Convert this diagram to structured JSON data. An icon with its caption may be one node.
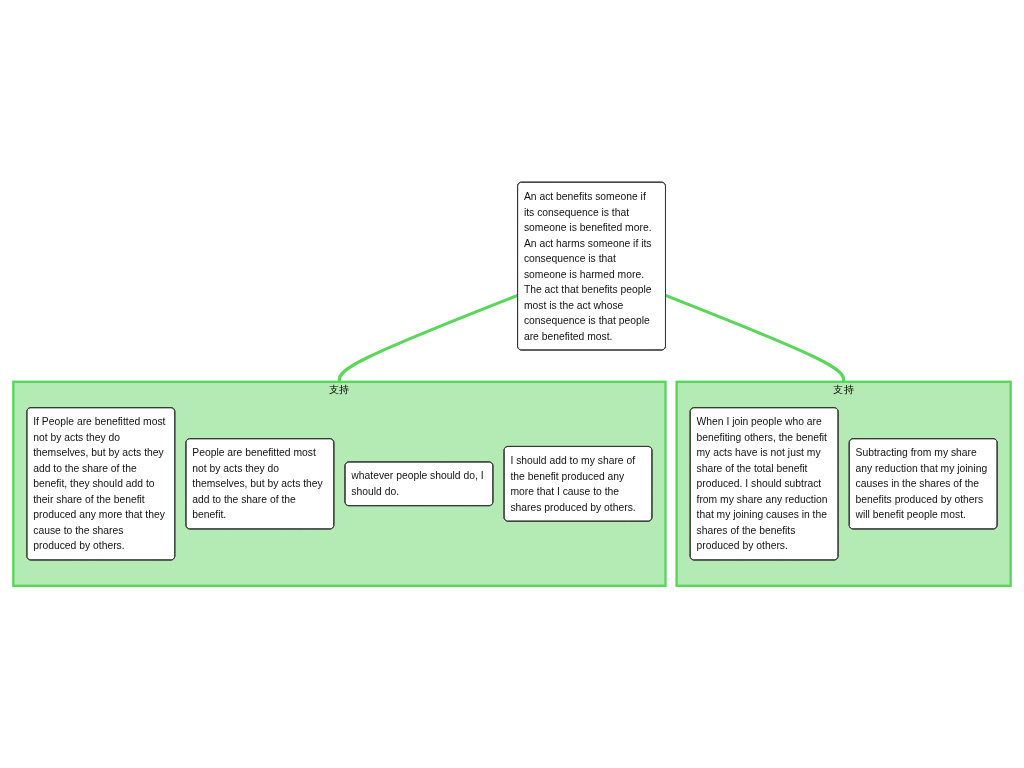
{
  "diagram": {
    "nodes": [
      {
        "text": [
          "An act benefits someone if its consequence is that someone is benefited more. An act harms someone if its consequence is that someone is harmed more. The act that benefits people most is the act whose consequence is that people are benefited most."
        ]
      },
      {
        "text": [
          "支持"
        ]
      },
      {
        "text": [
          "If People are benefitted most not by acts they do themselves, but by acts they add to the share of the benefit, they should add to their share of the benefit produced any more that they cause to the shares produced by others."
        ],
        "in": 1
      },
      {
        "text": [
          "People are benefitted most not by acts they do themselves, but by acts they add to the share of the benefit."
        ],
        "in": 1
      },
      {
        "text": [
          "whatever people should do, I should do."
        ],
        "in": 1
      },
      {
        "text": [
          "I should add to my share of the benefit produced any more that I cause to the shares produced by others."
        ],
        "in": 1
      },
      {
        "text": [
          "支持"
        ]
      },
      {
        "text": [
          "When I join people who are benefiting others, the benefit my acts have is not just my share of the total benefit produced. I should subtract from my share any reduction that my joining causes in the shares of the benefits produced by others."
        ],
        "in": 6
      },
      {
        "text": [
          "Subtracting from my share any reduction that my joining causes in the shares of the benefits produced by others will benefit people most."
        ],
        "in": 6
      }
    ],
    "edges": [
      {
        "from": 0,
        "to": 1,
        "arrow": "none"
      },
      {
        "from": 0,
        "to": 6,
        "arrow": "none"
      }
    ]
  }
}
